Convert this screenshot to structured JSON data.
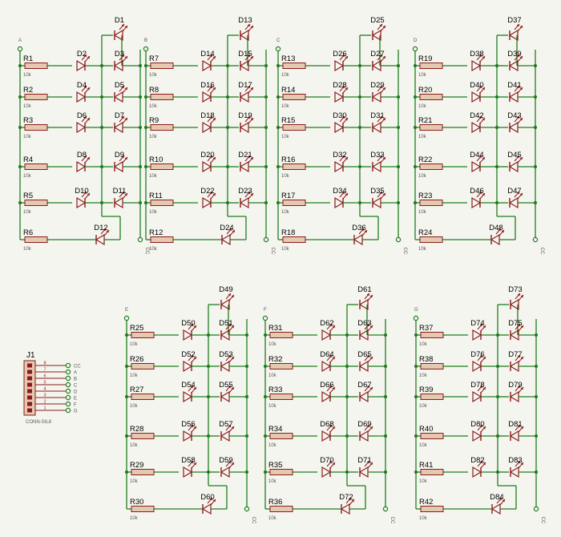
{
  "colors": {
    "background": "#f5f5ef",
    "wire": "#1f7d1f",
    "component": "#8b1a1a",
    "resistor_fill": "#e4c9b0",
    "text": "#000000",
    "small_text": "#555555",
    "pin_label": "#555555"
  },
  "resistor_value": "10k",
  "vcc_label": "CC",
  "blocks": [
    {
      "label": "A",
      "resistors": [
        "R1",
        "R2",
        "R3",
        "R4",
        "R5",
        "R6"
      ],
      "left_diodes": [
        "D2",
        "D4",
        "D6",
        "D8",
        "D10"
      ],
      "right_diodes": [
        "D1",
        "D3",
        "D5",
        "D7",
        "D9",
        "D11"
      ],
      "bottom_diode": "D12"
    },
    {
      "label": "B",
      "resistors": [
        "R7",
        "R8",
        "R9",
        "R10",
        "R11",
        "R12"
      ],
      "left_diodes": [
        "D14",
        "D16",
        "D18",
        "D20",
        "D22"
      ],
      "right_diodes": [
        "D13",
        "D15",
        "D17",
        "D19",
        "D21",
        "D23"
      ],
      "bottom_diode": "D24"
    },
    {
      "label": "C",
      "resistors": [
        "R13",
        "R14",
        "R15",
        "R16",
        "R17",
        "R18"
      ],
      "left_diodes": [
        "D26",
        "D28",
        "D30",
        "D32",
        "D34"
      ],
      "right_diodes": [
        "D25",
        "D27",
        "D29",
        "D31",
        "D33",
        "D35"
      ],
      "bottom_diode": "D36"
    },
    {
      "label": "D",
      "resistors": [
        "R19",
        "R20",
        "R21",
        "R22",
        "R23",
        "R24"
      ],
      "left_diodes": [
        "D38",
        "D40",
        "D42",
        "D44",
        "D46"
      ],
      "right_diodes": [
        "D37",
        "D39",
        "D41",
        "D43",
        "D45",
        "D47"
      ],
      "bottom_diode": "D48"
    },
    {
      "label": "E",
      "resistors": [
        "R25",
        "R26",
        "R27",
        "R28",
        "R29",
        "R30"
      ],
      "left_diodes": [
        "D50",
        "D52",
        "D54",
        "D56",
        "D58"
      ],
      "right_diodes": [
        "D49",
        "D51",
        "D53",
        "D55",
        "D57",
        "D59"
      ],
      "bottom_diode": "D60"
    },
    {
      "label": "F",
      "resistors": [
        "R31",
        "R32",
        "R33",
        "R34",
        "R35",
        "R36"
      ],
      "left_diodes": [
        "D62",
        "D64",
        "D66",
        "D68",
        "D70"
      ],
      "right_diodes": [
        "D61",
        "D63",
        "D65",
        "D67",
        "D69",
        "D71"
      ],
      "bottom_diode": "D72"
    },
    {
      "label": "G",
      "resistors": [
        "R37",
        "R38",
        "R39",
        "R40",
        "R41",
        "R42"
      ],
      "left_diodes": [
        "D74",
        "D76",
        "D78",
        "D80",
        "D82"
      ],
      "right_diodes": [
        "D73",
        "D75",
        "D77",
        "D79",
        "D81",
        "D83"
      ],
      "bottom_diode": "D84"
    }
  ],
  "connector": {
    "name": "J1",
    "part": "CONN-SIL8",
    "pin_numbers": [
      "8",
      "7",
      "6",
      "5",
      "4",
      "3",
      "2",
      "1"
    ],
    "pin_labels": [
      "CC",
      "A",
      "B",
      "C",
      "D",
      "E",
      "F",
      "G"
    ]
  }
}
